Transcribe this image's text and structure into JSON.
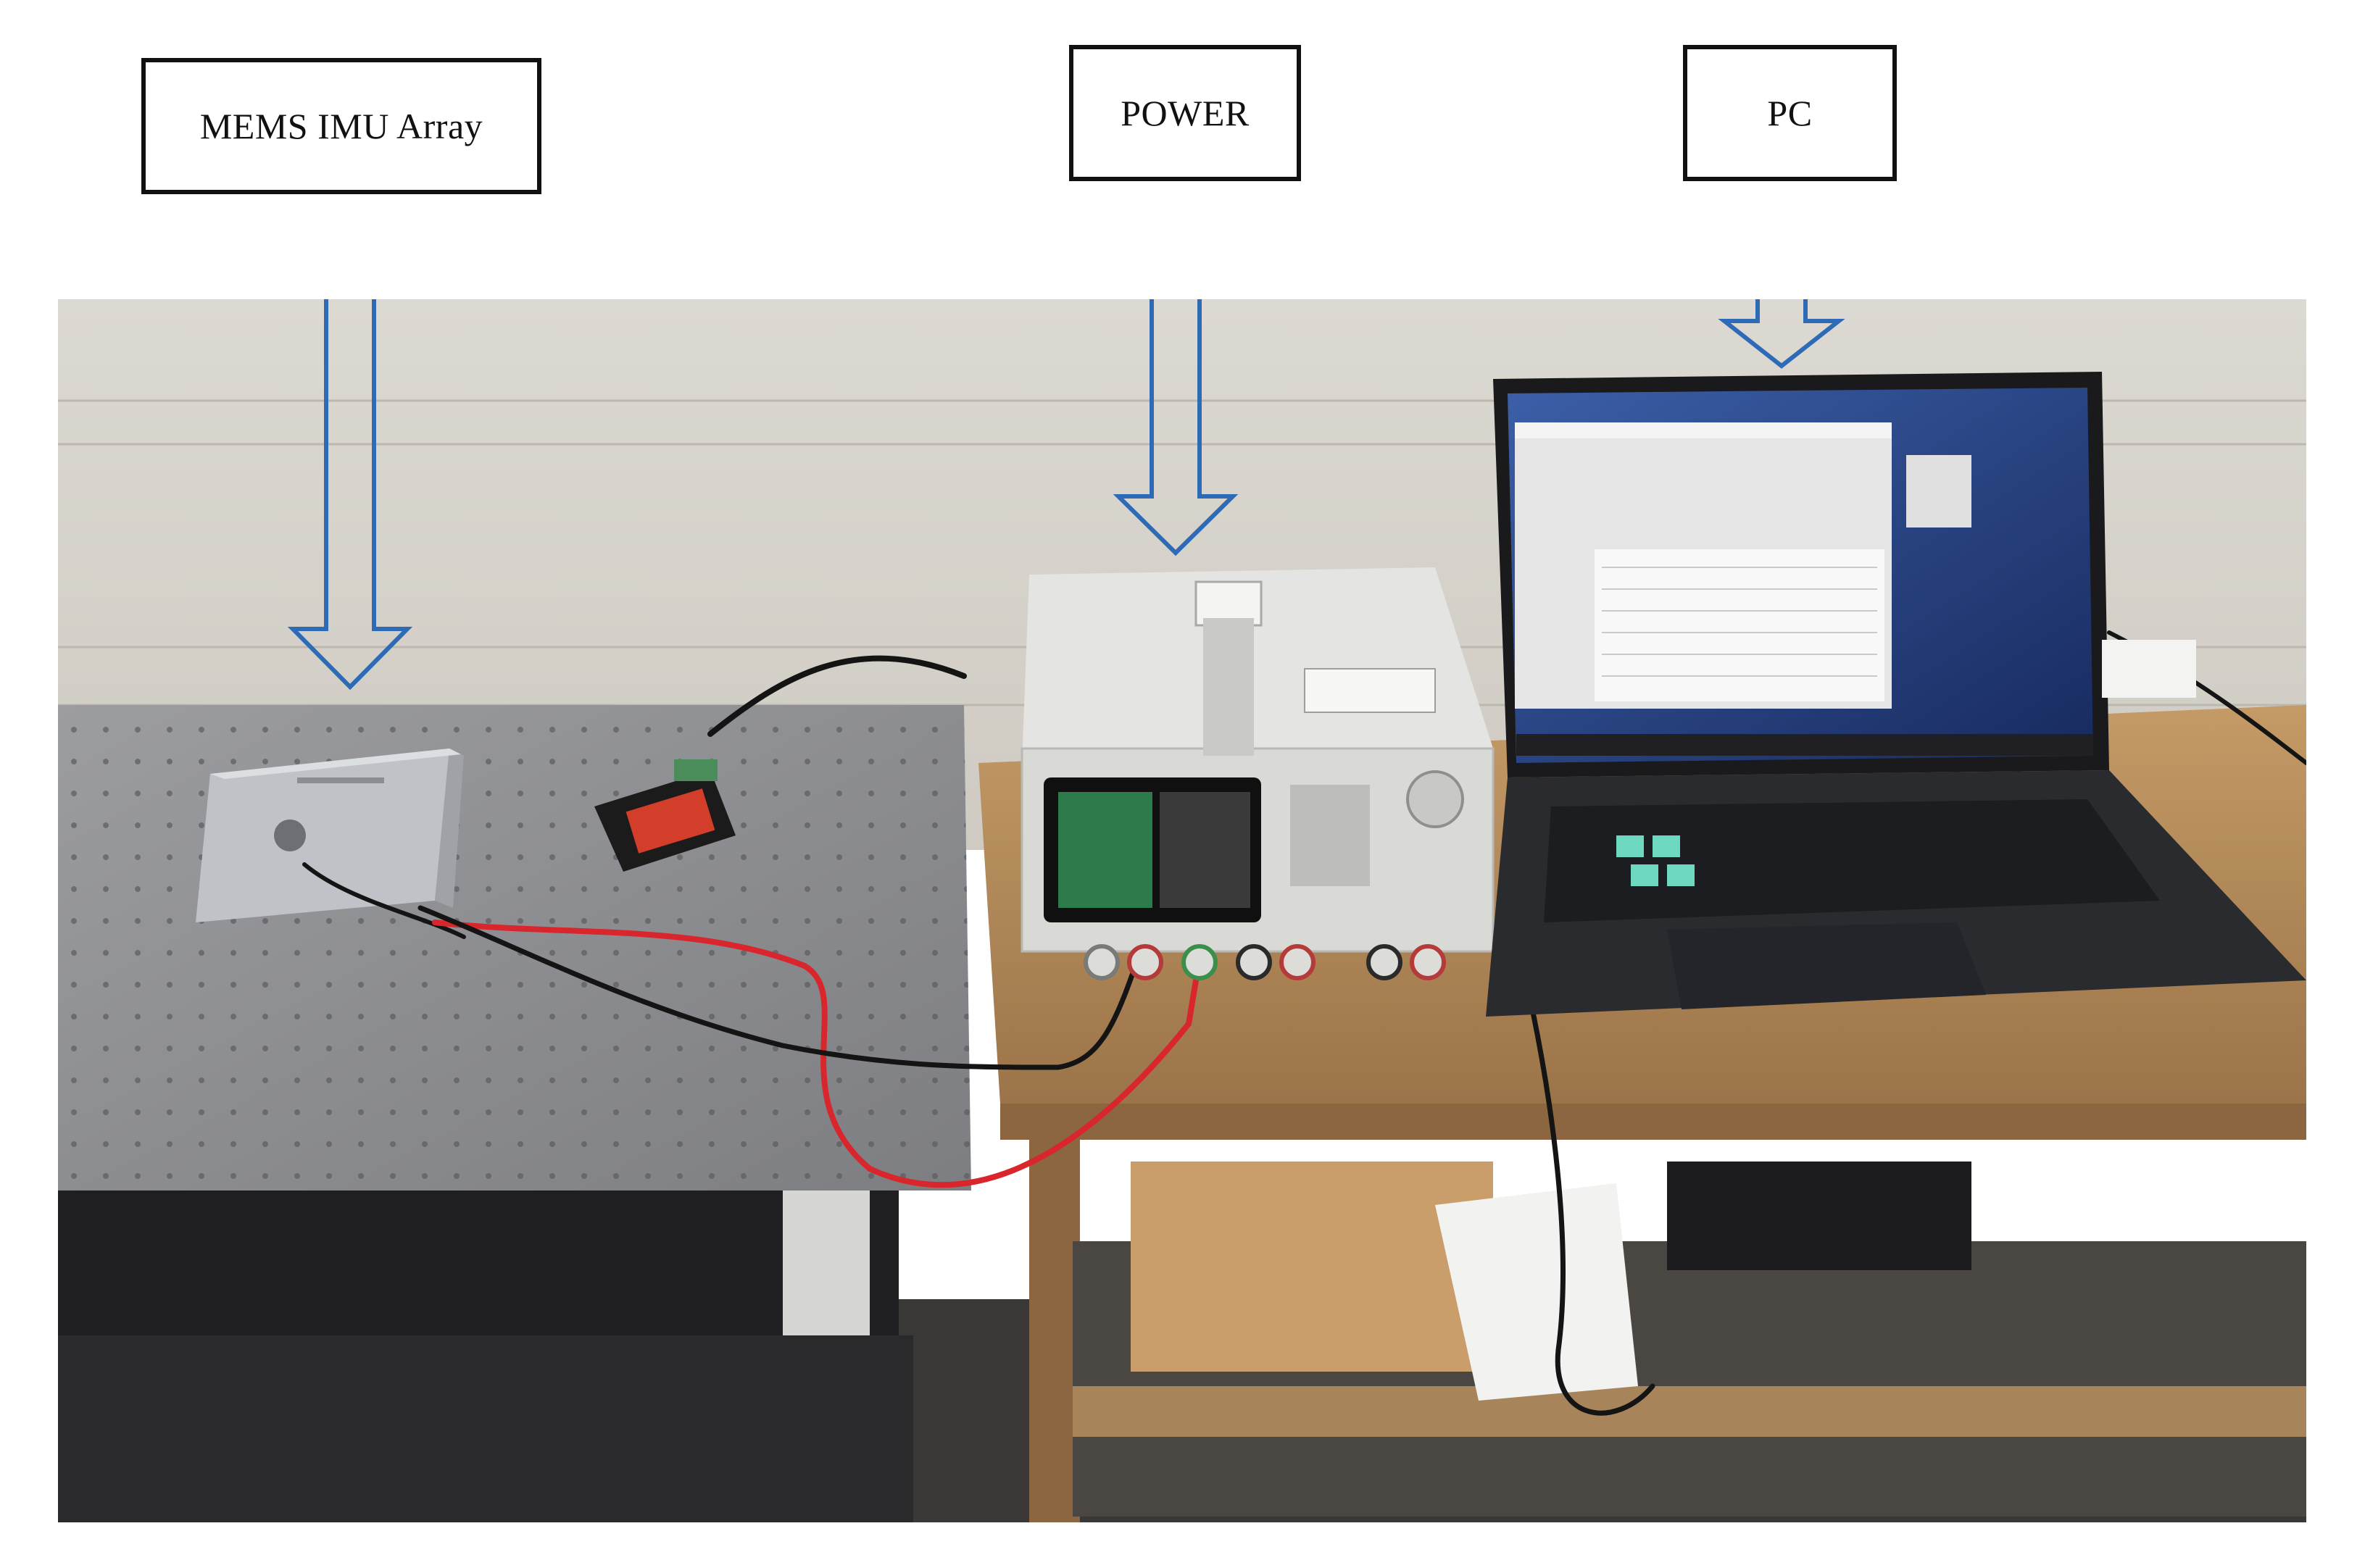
{
  "labels": {
    "imu": "MEMS IMU Array",
    "power": "POWER",
    "pc": "PC"
  },
  "colors": {
    "arrow_stroke": "#2e6bb7",
    "box_border": "#111111",
    "wall": "#d9d6cf",
    "optical_table": "#8e8f92",
    "desk_wood": "#b0885a",
    "cable_red": "#d8262c"
  }
}
